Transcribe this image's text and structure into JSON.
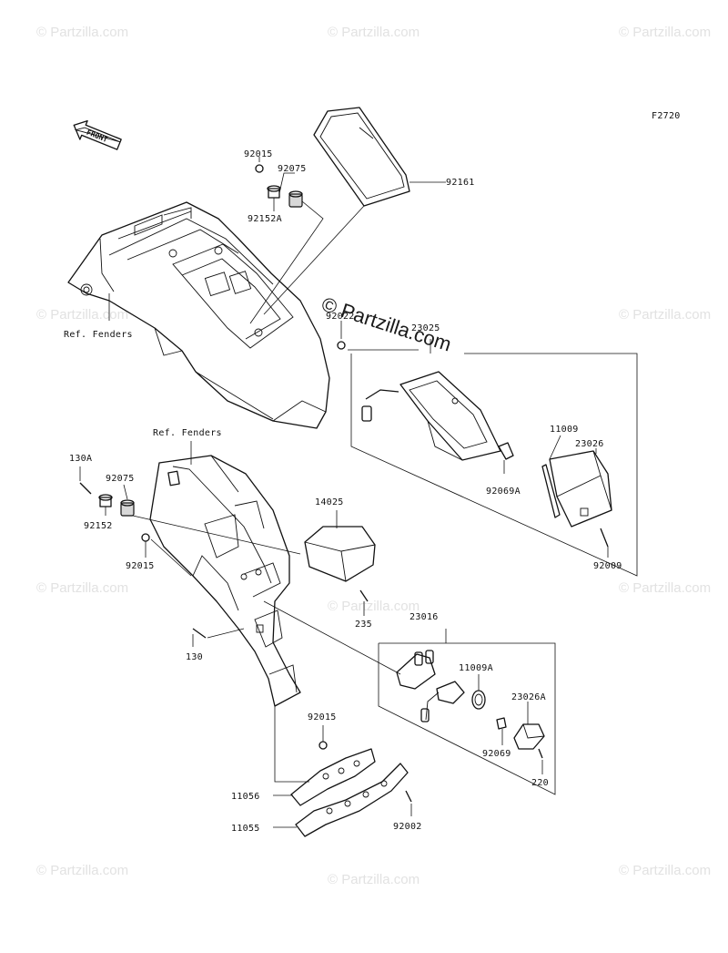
{
  "figure_code": "F2720",
  "front_label": "FRONT",
  "watermark_text": "© Partzilla.com",
  "center_watermark": "© Partzilla.com",
  "part_labels": {
    "p92015_a": "92015",
    "p92075_a": "92075",
    "p92152A": "92152A",
    "p92161": "92161",
    "ref_fenders_a": "Ref. Fenders",
    "p92022": "92022",
    "p23025": "23025",
    "p11009": "11009",
    "p23026": "23026",
    "p92069A": "92069A",
    "p92009": "92009",
    "ref_fenders_b": "Ref. Fenders",
    "p130A": "130A",
    "p92075_b": "92075",
    "p92152": "92152",
    "p92015_b": "92015",
    "p14025": "14025",
    "p235": "235",
    "p23016": "23016",
    "p130": "130",
    "p11009A": "11009A",
    "p23026A": "23026A",
    "p92069": "92069",
    "p220": "220",
    "p92015_c": "92015",
    "p11056": "11056",
    "p11055": "11055",
    "p92002": "92002"
  },
  "colors": {
    "line": "#111111",
    "watermark": "#e2e2e2",
    "background": "#ffffff"
  }
}
